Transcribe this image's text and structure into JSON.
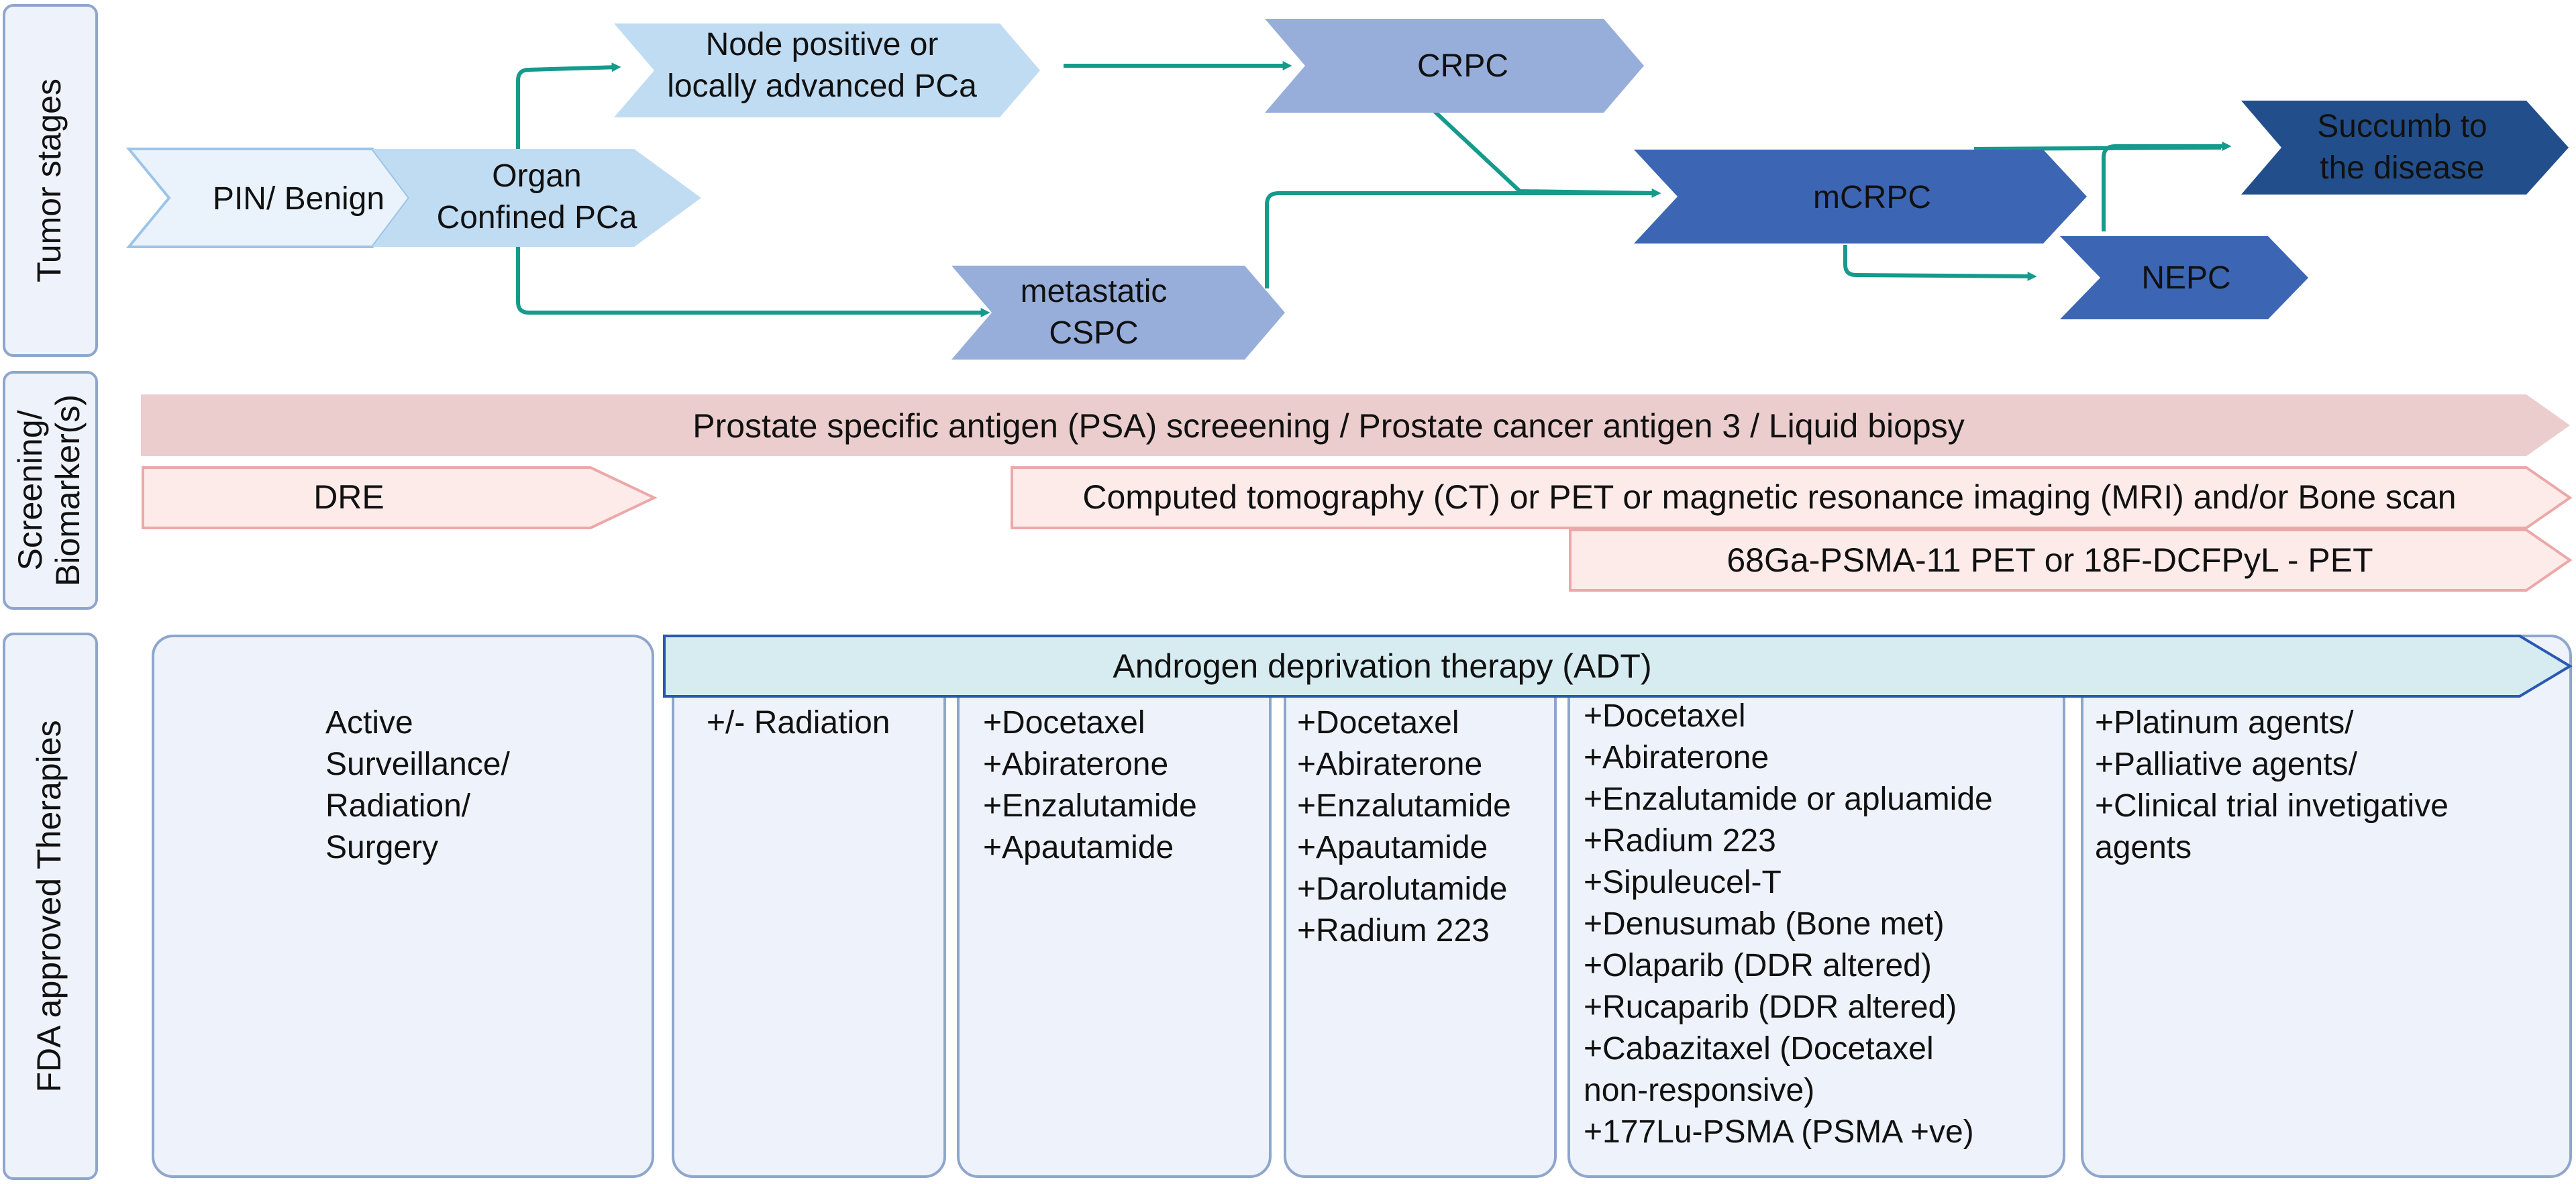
{
  "sections": {
    "tumor": "Tumor stages",
    "screening": [
      "Screening/",
      "Biomarker(s)"
    ],
    "therapies": "FDA approved Therapies"
  },
  "stages": {
    "pin": "PIN/ Benign",
    "organ": [
      "Organ",
      "Confined PCa"
    ],
    "node": [
      "Node positive or",
      "locally advanced PCa"
    ],
    "crpc": "CRPC",
    "mcspc": [
      "metastatic",
      "CSPC"
    ],
    "mcrpc": "mCRPC",
    "nepc": "NEPC",
    "succumb": [
      "Succumb to",
      "the disease"
    ]
  },
  "screening_bars": {
    "psa": "Prostate specific antigen (PSA) screeening / Prostate cancer antigen 3 / Liquid biopsy",
    "dre": "DRE",
    "imaging": "Computed tomography (CT) or PET or  magnetic resonance imaging (MRI) and/or Bone scan",
    "psma_pet": "68Ga-PSMA-11 PET or  18F-DCFPyL - PET"
  },
  "adt": "Androgen deprivation therapy (ADT)",
  "therapies": {
    "col1": [
      "Active",
      "Surveillance/",
      "Radiation/",
      "Surgery"
    ],
    "col2": [
      "+/- Radiation"
    ],
    "col3": [
      "+Docetaxel",
      "+Abiraterone",
      "+Enzalutamide",
      "+Apautamide"
    ],
    "col4": [
      "+Docetaxel",
      "+Abiraterone",
      "+Enzalutamide",
      "+Apautamide",
      "+Darolutamide",
      "+Radium 223"
    ],
    "col5": [
      "+Docetaxel",
      "+Abiraterone",
      "+Enzalutamide or apluamide",
      "+Radium 223",
      "+Sipuleucel-T",
      "+Denusumab (Bone met)",
      "+Olaparib (DDR altered)",
      "+Rucaparib (DDR altered)",
      "+Cabazitaxel (Docetaxel",
      "non-responsive)",
      "+177Lu-PSMA (PSMA +ve)"
    ],
    "col6": [
      "+Platinum agents/",
      "+Palliative agents/",
      "+Clinical trial invetigative",
      "agents"
    ]
  },
  "colors": {
    "teal_connector": "#159a8c",
    "pale_blue": "#c0dcf3",
    "mid_blue": "#97aedb",
    "dark_blue": "#3c66b3",
    "navy": "#224f8c",
    "pink_bar": "#ebcdcd",
    "pink_light": "#fdebea",
    "adt_fill": "#d6ecf1"
  }
}
